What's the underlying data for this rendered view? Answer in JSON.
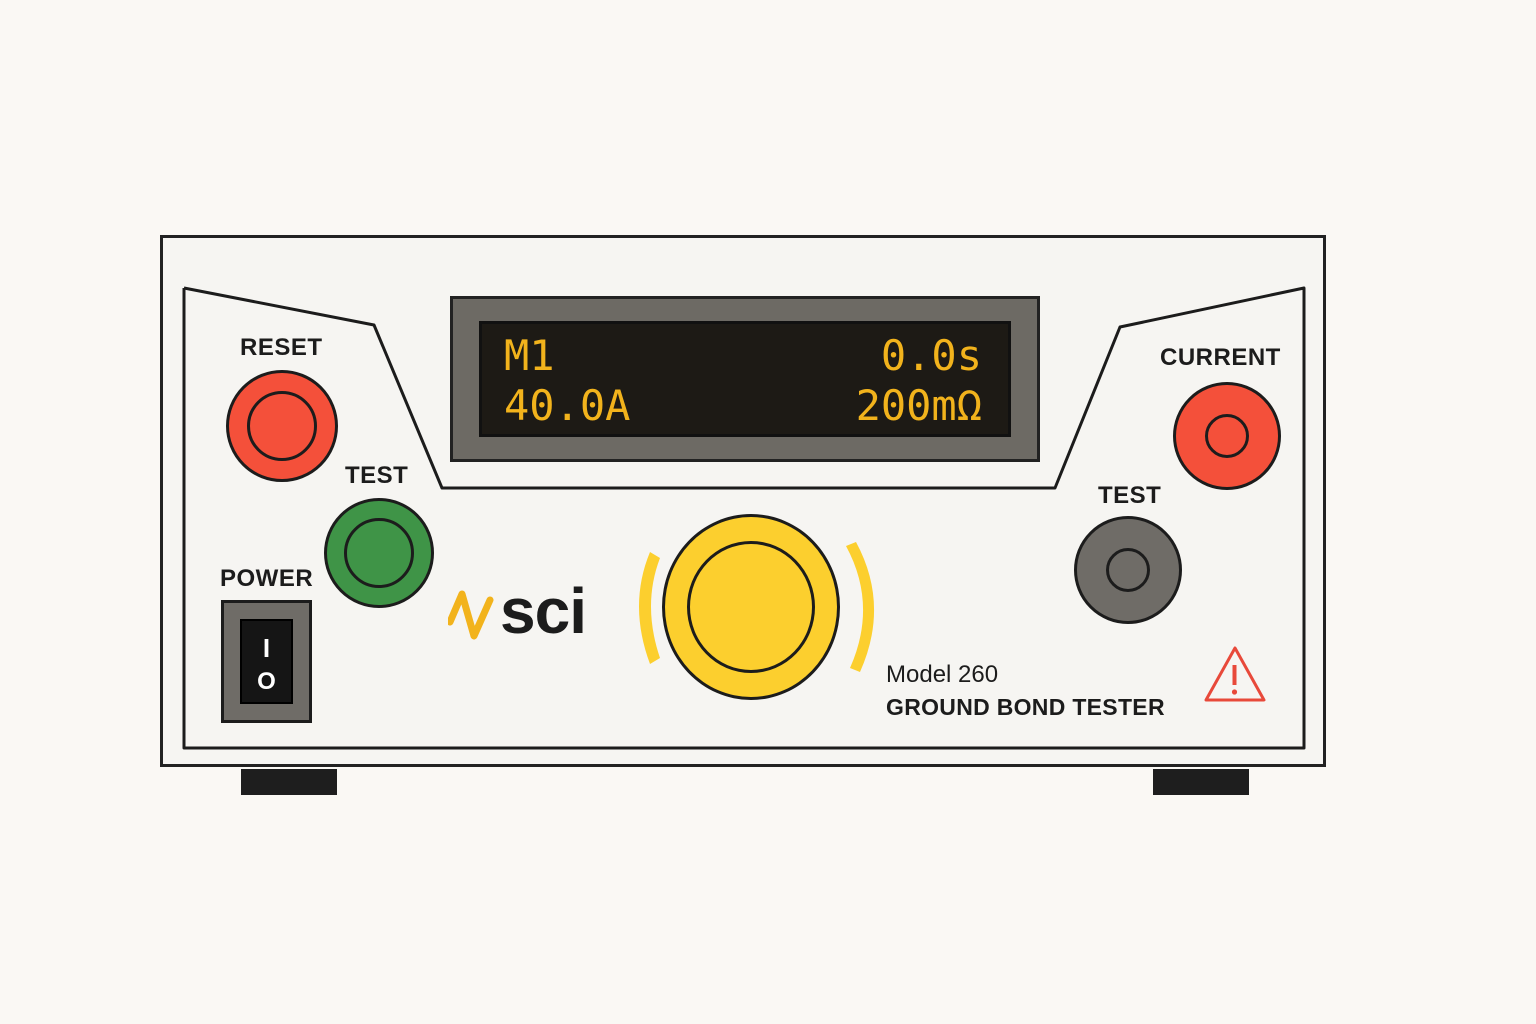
{
  "device": {
    "brand": "SCI",
    "brand_text": "sci",
    "model_name": "Model 260",
    "model_description": "GROUND BOND TESTER"
  },
  "display": {
    "memory": "M1",
    "time": "0.0s",
    "current": "40.0A",
    "resistance": "200mΩ",
    "text_color": "#f2b31c"
  },
  "controls": {
    "reset_label": "RESET",
    "test_left_label": "TEST",
    "power_label": "POWER",
    "power_on_symbol": "I",
    "power_off_symbol": "O",
    "current_label": "CURRENT",
    "test_right_label": "TEST"
  },
  "colors": {
    "reset": "#f4503a",
    "test_button": "#3f9447",
    "start_knob": "#fccf2e",
    "current_terminal": "#f4503a",
    "test_terminal": "#6f6c67",
    "warning": "#e8493a"
  },
  "icons": {
    "warning": "warning-triangle-icon",
    "logo": "wave-logo-icon",
    "knob_glow": "knob-motion-arcs-icon"
  }
}
